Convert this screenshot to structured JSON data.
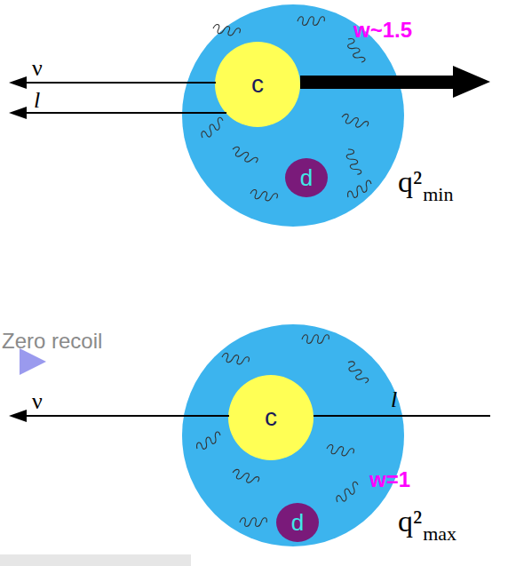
{
  "diagram": {
    "nodes": [
      {
        "text": [
          "q²",
          "min"
        ]
      },
      {
        "text": [
          "c"
        ],
        "in": 0
      },
      {
        "text": [
          "d"
        ],
        "in": 0
      },
      {
        "text": [
          "q²",
          "max"
        ]
      },
      {
        "text": [
          "c"
        ],
        "in": 3
      },
      {
        "text": [
          "d"
        ],
        "in": 3
      }
    ],
    "labels": [
      "w~1.5",
      "ν",
      "l",
      "Zero recoil",
      "ν",
      "l",
      "w=1"
    ]
  }
}
